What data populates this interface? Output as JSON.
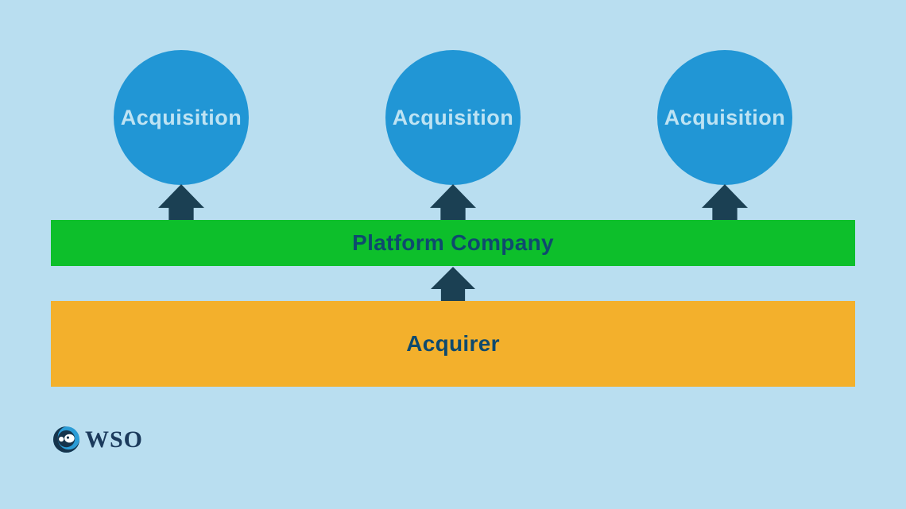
{
  "diagram": {
    "title_semantic": "platform-rollup-acquisition-diagram",
    "acquisitions": [
      {
        "label": "Acquisition"
      },
      {
        "label": "Acquisition"
      },
      {
        "label": "Acquisition"
      }
    ],
    "platform": {
      "label": "Platform Company"
    },
    "acquirer": {
      "label": "Acquirer"
    },
    "arrow_direction": "up"
  },
  "branding": {
    "logo_text": "WSO"
  },
  "colors": {
    "background": "#b9def0",
    "circle_fill": "#2196d5",
    "circle_text": "#bee3f3",
    "platform_bar": "#0dbf2b",
    "acquirer_bar": "#f3b02c",
    "arrow": "#1b4053",
    "bar_text": "#0e4a6e",
    "logo_navy": "#1b3a5c"
  }
}
